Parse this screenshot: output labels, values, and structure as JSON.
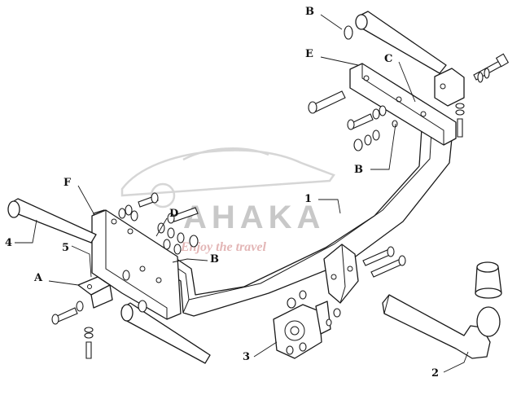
{
  "watermark": {
    "brand": "AHAKA",
    "tagline": "Enjoy the travel",
    "colors": {
      "brand": "#c8c8c8",
      "tagline": "#e3b6b6"
    }
  },
  "labels": {
    "B_top": "B",
    "E": "E",
    "C": "C",
    "B_right": "B",
    "F": "F",
    "D": "D",
    "B_mid": "B",
    "A": "A",
    "n1": "1",
    "n2": "2",
    "n3": "3",
    "n4": "4",
    "n5": "5"
  },
  "colors": {
    "line": "#1a1a1a",
    "background": "#ffffff"
  }
}
